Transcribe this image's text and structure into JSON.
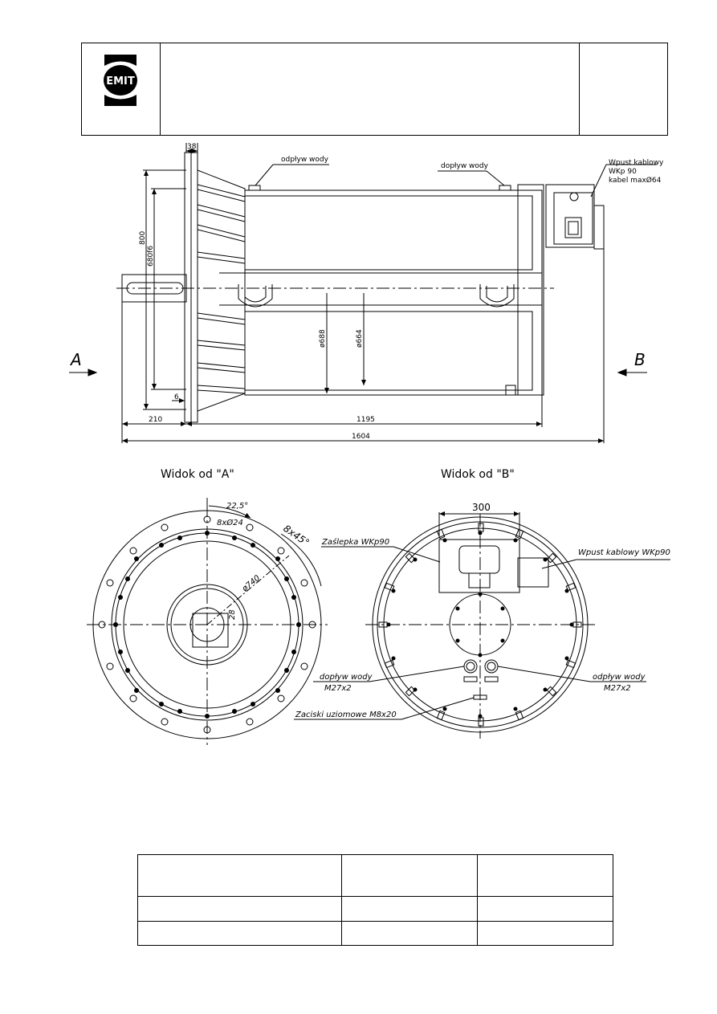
{
  "logo": {
    "text": "EMIT",
    "name": "emit-logo"
  },
  "side_view": {
    "labels": {
      "outlet": "odpływ wody",
      "inlet": "dopływ wody",
      "gland_title": "Wpust kablowy",
      "gland_type": "WKp 90",
      "gland_cable": "kabel maxØ64",
      "arrow_a": "A",
      "arrow_b": "B"
    },
    "dimensions": {
      "d38": "38",
      "d800": "800",
      "d680": "680f6",
      "d688": "ø688",
      "d664": "ø664",
      "d6": "6",
      "d210": "210",
      "d1195": "1195",
      "d1604": "1604"
    }
  },
  "view_a": {
    "title": "Widok od \"A\"",
    "labels": {
      "angle": "22,5°",
      "holes": "8xØ24",
      "chamfer": "8x45°",
      "pcd": "ø740",
      "key": "28"
    }
  },
  "view_b": {
    "title": "Widok od \"B\"",
    "labels": {
      "width": "300",
      "plug": "Zaślepka WKp90",
      "gland": "Wpust kablowy WKp90",
      "inlet": "dopływ wody",
      "inlet_thread": "M27x2",
      "outlet": "odpływ wody",
      "outlet_thread": "M27x2",
      "earth": "Zaciski uziomowe M8x20"
    }
  },
  "colors": {
    "line": "#000000",
    "background": "#ffffff"
  }
}
